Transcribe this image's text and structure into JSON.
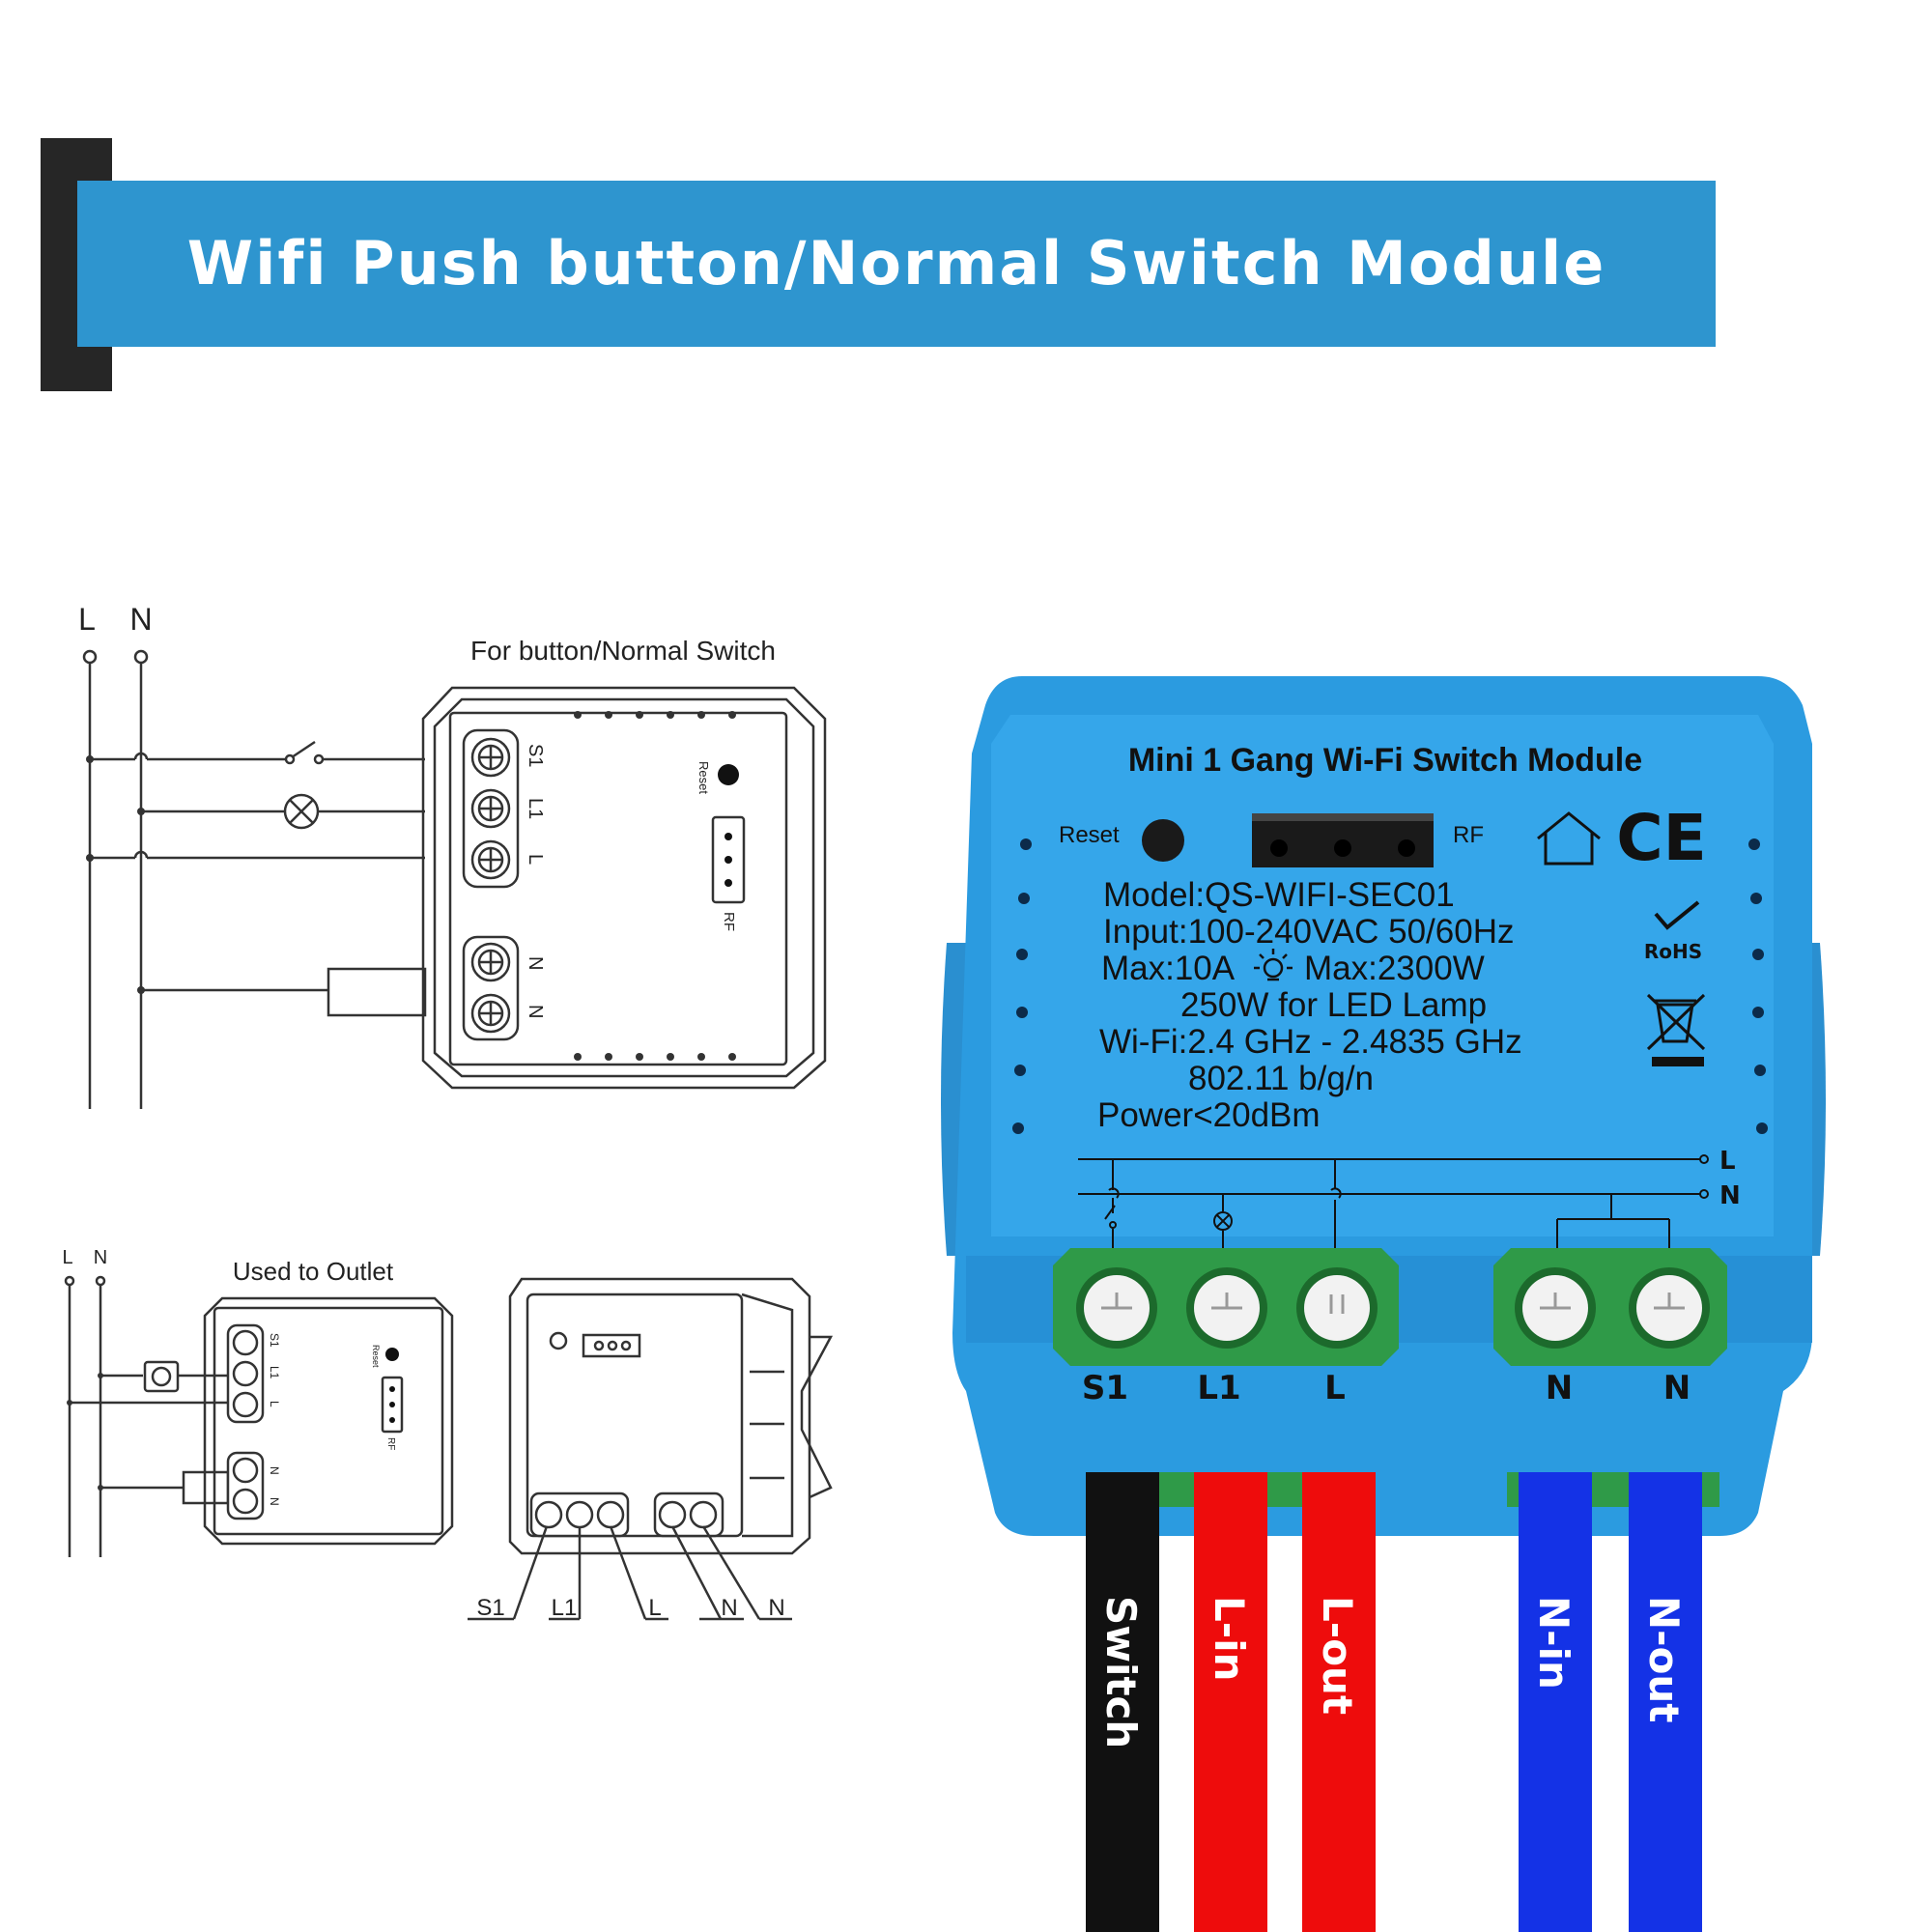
{
  "header": {
    "title": "Wifi Push button/Normal Switch Module"
  },
  "diagram_top": {
    "title": "For button/Normal Switch",
    "line_labels": [
      "L",
      "N"
    ],
    "terminals": [
      "S1",
      "L1",
      "L",
      "N",
      "N"
    ],
    "reset_label": "Reset",
    "rf_label": "RF"
  },
  "diagram_bottom": {
    "title": "Used to Outlet",
    "line_labels": [
      "L",
      "N"
    ],
    "terminals": [
      "S1",
      "L1",
      "L",
      "N",
      "N"
    ],
    "reset_label": "Reset",
    "rf_label": "RF",
    "side_view_labels": [
      "S1",
      "L1",
      "L",
      "N",
      "N"
    ]
  },
  "module": {
    "title": "Mini 1 Gang Wi-Fi Switch Module",
    "reset_label": "Reset",
    "rf_label": "RF",
    "specs": [
      "Model:QS-WIFI-SEC01",
      "Input:100-240VAC 50/60Hz",
      "Max:10A",
      "Max:2300W",
      "250W for LED Lamp",
      "Wi-Fi:2.4 GHz - 2.4835 GHz",
      "802.11 b/g/n",
      "Power<20dBm"
    ],
    "cert_ce": "CE",
    "cert_rohs": "RoHS",
    "bus_labels": [
      "L",
      "N"
    ],
    "terminals": [
      "S1",
      "L1",
      "L",
      "N",
      "N"
    ],
    "body_color": "#2b9be0",
    "terminal_color": "#2f9a48"
  },
  "wires": [
    {
      "label": "Switch",
      "color": "#111111"
    },
    {
      "label": "L-in",
      "color": "#ee0c0c"
    },
    {
      "label": "L-out",
      "color": "#ee0c0c"
    },
    {
      "label": "N-in",
      "color": "#1432e6"
    },
    {
      "label": "N-out",
      "color": "#1432e6"
    }
  ]
}
